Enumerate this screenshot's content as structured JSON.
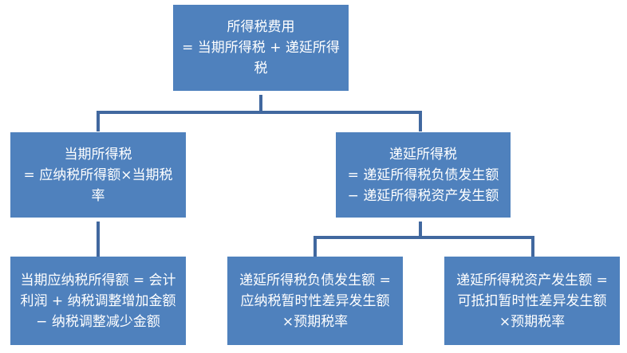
{
  "colors": {
    "box_fill": "#4F81BD",
    "connector": "#41689F",
    "text": "#FFFFFF"
  },
  "nodes": {
    "root": {
      "lines": [
        "所得税费用",
        "= 当期所得税 + 递延所得",
        "税"
      ]
    },
    "current_tax": {
      "lines": [
        "当期所得税",
        "= 应纳税所得额×当期税",
        "率"
      ]
    },
    "deferred_tax": {
      "lines": [
        "递延所得税",
        "= 递延所得税负债发生额",
        "− 递延所得税资产发生额"
      ]
    },
    "taxable_income": {
      "lines": [
        "当期应纳税所得额 = 会计",
        "利润 + 纳税调整增加金额",
        "− 纳税调整减少金额"
      ]
    },
    "deferred_liability": {
      "lines": [
        "递延所得税负债发生额 =",
        "应纳税暂时性差异发生额",
        "×预期税率"
      ]
    },
    "deferred_asset": {
      "lines": [
        "递延所得税资产发生额 =",
        "可抵扣暂时性差异发生额",
        "×预期税率"
      ]
    }
  }
}
